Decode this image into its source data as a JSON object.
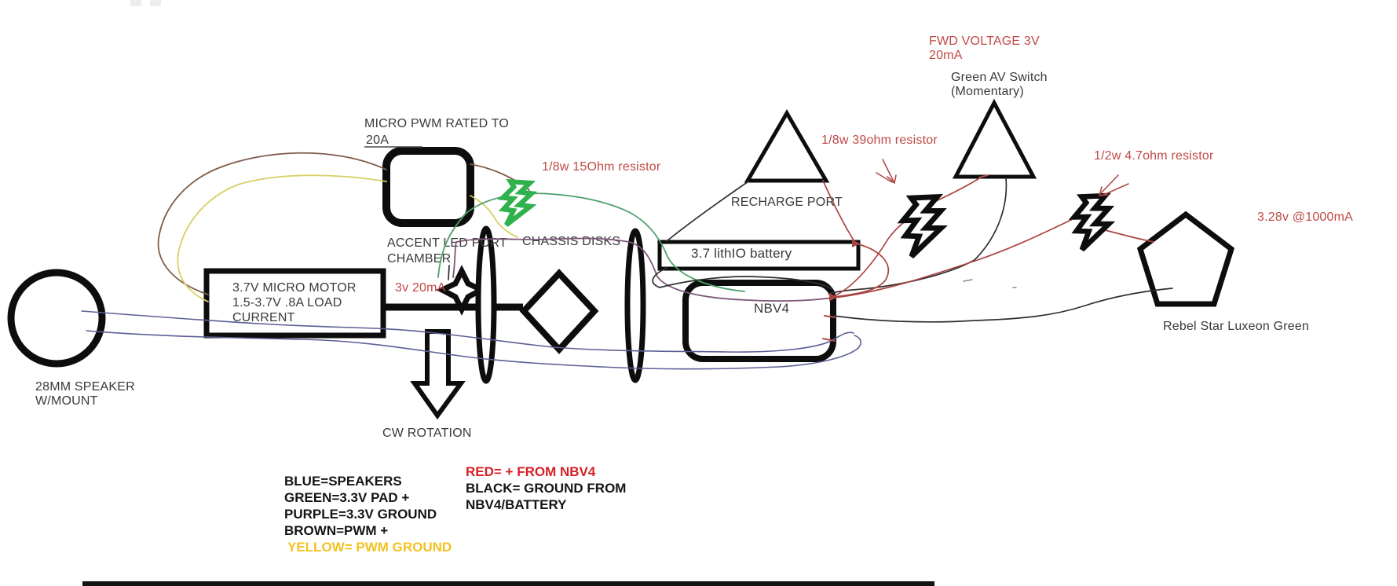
{
  "nodes": {
    "pwm": {
      "line1": "MICRO PWM RATED TO",
      "line2": "20A"
    },
    "resistor_15ohm": {
      "label": "1/8w 15Ohm resistor"
    },
    "accent_led": {
      "line1": "ACCENT LED PORT",
      "line2": "CHAMBER",
      "rating": "3v 20mA"
    },
    "chassis_disks": {
      "label": "CHASSIS DISKS"
    },
    "motor": {
      "line1": "3.7V MICRO MOTOR",
      "line2": "1.5-3.7V .8A LOAD",
      "line3": "CURRENT"
    },
    "speaker": {
      "line1": "28MM SPEAKER",
      "line2": "W/MOUNT"
    },
    "cw_rotation": {
      "label": "CW ROTATION"
    },
    "recharge_port": {
      "label": "RECHARGE PORT"
    },
    "battery": {
      "label": "3.7 lithIO battery"
    },
    "nbv4": {
      "label": "NBV4"
    },
    "fwd_voltage": {
      "line1": "FWD VOLTAGE 3V",
      "line2": "20mA"
    },
    "av_switch": {
      "line1": "Green AV Switch",
      "line2": "(Momentary)"
    },
    "resistor_39ohm": {
      "label": "1/8w 39ohm resistor"
    },
    "resistor_47ohm": {
      "label": "1/2w 4.7ohm resistor"
    },
    "luxeon": {
      "rating": "3.28v @1000mA",
      "label": "Rebel Star Luxeon Green"
    }
  },
  "legend": {
    "wire_colors": [
      "BLUE=SPEAKERS",
      "GREEN=3.3V PAD +",
      "PURPLE=3.3V GROUND",
      "BROWN=PWM +",
      "YELLOW= PWM GROUND"
    ],
    "power": [
      "RED= + FROM NBV4",
      "BLACK= GROUND FROM",
      "NBV4/BATTERY"
    ]
  },
  "colors": {
    "annotation_red": "#bf4945",
    "legend_red": "#d42127",
    "legend_yellow": "#f2c21f",
    "label_gray": "#3a3a3a",
    "wire_blue": "#5c5f96",
    "wire_green": "#4ea06a",
    "wire_purple": "#7a5677",
    "wire_brown": "#7e5c49",
    "wire_yellow": "#d9cf63",
    "wire_red": "#a94442",
    "wire_black": "#2f2f2f",
    "bolt_green": "#2fb14d",
    "shape_black": "#0d0d0d"
  }
}
